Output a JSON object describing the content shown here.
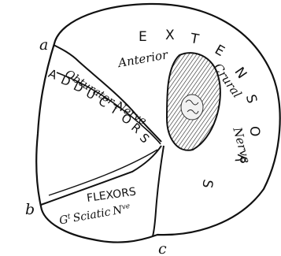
{
  "diagram": {
    "compartments": {
      "extensors": {
        "letters": [
          "E",
          "X",
          "T",
          "E",
          "N",
          "S",
          "O",
          "R",
          "S"
        ]
      },
      "adductors": {
        "letters": [
          "A",
          "D",
          "D",
          "U",
          "C",
          "T",
          "O",
          "R",
          "S"
        ],
        "nerve": "Obturator Nerve"
      },
      "flexors": {
        "title": "FLEXORS",
        "nerve_prefix": "Gt",
        "nerve_rest": "Sciatic",
        "nerve_suffix_main": "N",
        "nerve_suffix_sup": "ve"
      }
    },
    "anterior_crural_nerve": {
      "word1": "Anterior",
      "word2": "Crural",
      "word3": "Nerve"
    },
    "septa_labels": {
      "a": "a",
      "b": "b",
      "c": "c"
    },
    "colors": {
      "stroke": "#111111",
      "bone_fill": "#d9d9d9"
    }
  }
}
